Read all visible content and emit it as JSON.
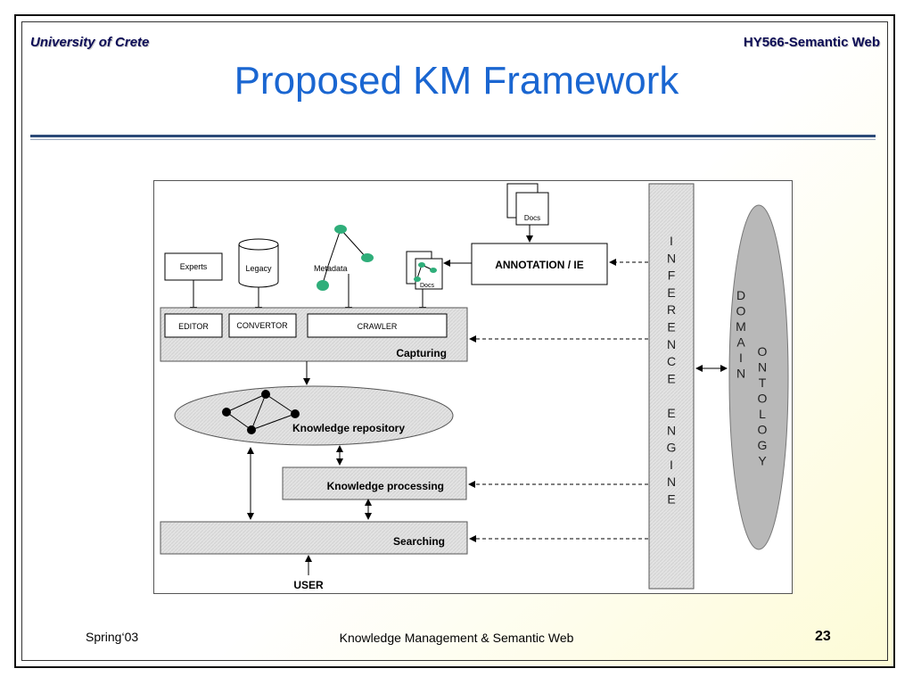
{
  "header": {
    "left": "University of Crete",
    "right": "HY566-Semantic Web"
  },
  "title": "Proposed KM Framework",
  "diagram": {
    "docs_top": "Docs",
    "annotation": "ANNOTATION / IE",
    "docs_small": "Docs",
    "experts": "Experts",
    "legacy": "Legacy",
    "metadata": "Metadata",
    "editor": "EDITOR",
    "convertor": "CONVERTOR",
    "crawler": "CRAWLER",
    "capturing": "Capturing",
    "knowledge_repository": "Knowledge repository",
    "knowledge_processing": "Knowledge processing",
    "searching": "Searching",
    "user": "USER",
    "inference_engine": [
      "I",
      "N",
      "F",
      "E",
      "R",
      "E",
      "N",
      "C",
      "E",
      "",
      "E",
      "N",
      "G",
      "I",
      "N",
      "E"
    ],
    "domain": [
      "D",
      "O",
      "M",
      "A",
      "I",
      "N"
    ],
    "ontology": [
      "O",
      "N",
      "T",
      "O",
      "L",
      "O",
      "G",
      "Y"
    ]
  },
  "footer": {
    "left": "Spring‘03",
    "center": "Knowledge Management & Semantic Web",
    "page": "23"
  }
}
